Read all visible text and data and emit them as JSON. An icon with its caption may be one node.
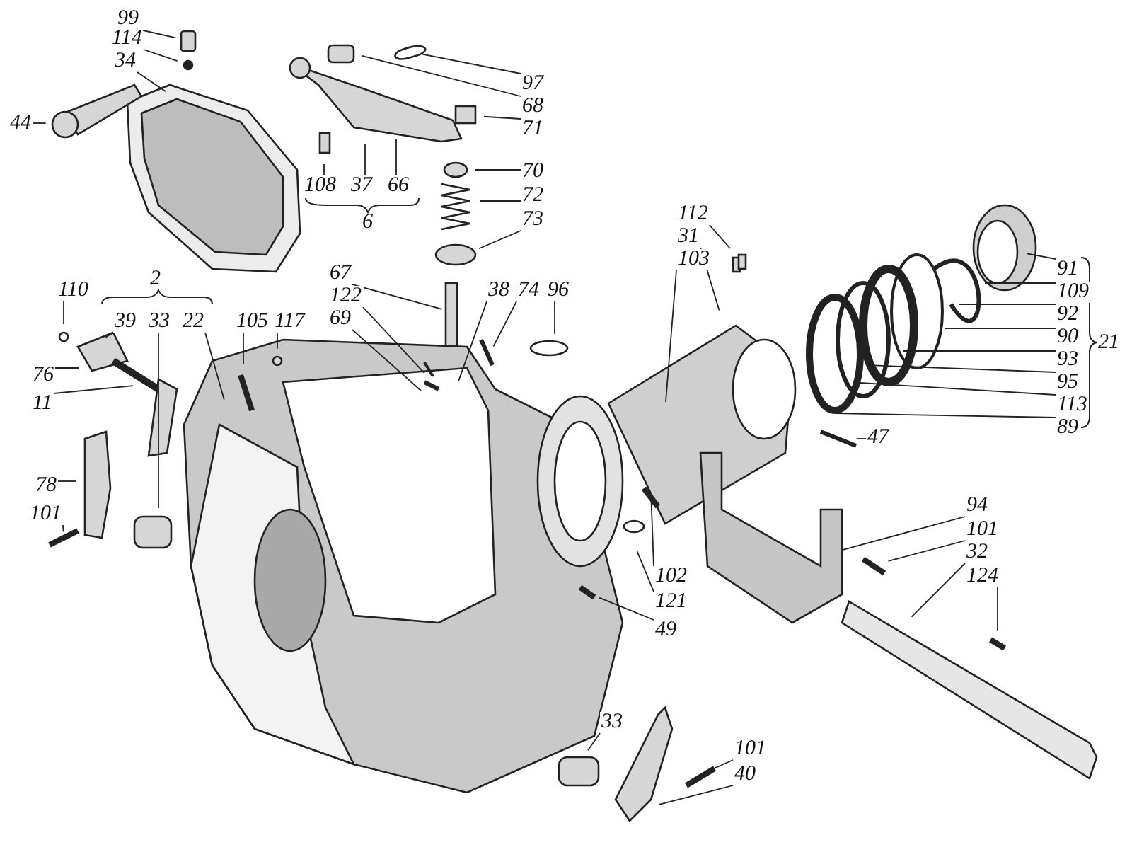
{
  "diagram": {
    "nodes": [
      {
        "text": [
          "99"
        ]
      },
      {
        "text": [
          "114"
        ]
      },
      {
        "text": [
          "34"
        ]
      },
      {
        "text": [
          "97"
        ]
      },
      {
        "text": [
          "68"
        ]
      },
      {
        "text": [
          "71"
        ]
      },
      {
        "text": [
          "44"
        ]
      },
      {
        "text": [
          "70"
        ]
      },
      {
        "text": [
          "72"
        ]
      },
      {
        "text": [
          "108"
        ]
      },
      {
        "text": [
          "37"
        ]
      },
      {
        "text": [
          "66"
        ]
      },
      {
        "text": [
          "73"
        ]
      },
      {
        "text": [
          "112"
        ]
      },
      {
        "text": [
          "31"
        ]
      },
      {
        "text": [
          "103"
        ]
      },
      {
        "text": [
          "91"
        ]
      },
      {
        "text": [
          "67"
        ]
      },
      {
        "text": [
          "38"
        ]
      },
      {
        "text": [
          "74"
        ]
      },
      {
        "text": [
          "96"
        ]
      },
      {
        "text": [
          "110"
        ]
      },
      {
        "text": [
          "39"
        ]
      },
      {
        "text": [
          "33"
        ]
      },
      {
        "text": [
          "22"
        ]
      },
      {
        "text": [
          "105"
        ]
      },
      {
        "text": [
          "117"
        ]
      },
      {
        "text": [
          "122"
        ]
      },
      {
        "text": [
          "109"
        ]
      },
      {
        "text": [
          "92"
        ]
      },
      {
        "text": [
          "69"
        ]
      },
      {
        "text": [
          "90"
        ]
      },
      {
        "text": [
          "93"
        ]
      },
      {
        "text": [
          "95"
        ]
      },
      {
        "text": [
          "76"
        ]
      },
      {
        "text": [
          "113"
        ]
      },
      {
        "text": [
          "11"
        ]
      },
      {
        "text": [
          "89"
        ]
      },
      {
        "text": [
          "47"
        ]
      },
      {
        "text": [
          "78"
        ]
      },
      {
        "text": [
          "101"
        ]
      },
      {
        "text": [
          "94"
        ]
      },
      {
        "text": [
          "101"
        ]
      },
      {
        "text": [
          "32"
        ]
      },
      {
        "text": [
          "124"
        ]
      },
      {
        "text": [
          "102"
        ]
      },
      {
        "text": [
          "121"
        ]
      },
      {
        "text": [
          "49"
        ]
      },
      {
        "text": [
          "33"
        ]
      },
      {
        "text": [
          "101"
        ]
      },
      {
        "text": [
          "40"
        ]
      }
    ],
    "edges": [
      {
        "from": 0,
        "to": null,
        "arrow": "none"
      },
      {
        "from": 1,
        "to": null,
        "arrow": "none"
      },
      {
        "from": 2,
        "to": null,
        "arrow": "none"
      },
      {
        "from": 3,
        "to": null,
        "arrow": "none"
      },
      {
        "from": 4,
        "to": null,
        "arrow": "none"
      },
      {
        "from": 5,
        "to": null,
        "arrow": "none"
      },
      {
        "from": 6,
        "to": null,
        "arrow": "none"
      },
      {
        "from": 7,
        "to": null,
        "arrow": "none"
      },
      {
        "from": 8,
        "to": null,
        "arrow": "none"
      },
      {
        "from": 9,
        "to": null,
        "arrow": "none"
      },
      {
        "from": 10,
        "to": null,
        "arrow": "none"
      },
      {
        "from": 11,
        "to": null,
        "arrow": "none"
      },
      {
        "from": 12,
        "to": null,
        "arrow": "none"
      },
      {
        "from": 13,
        "to": null,
        "arrow": "none"
      },
      {
        "from": 14,
        "to": null,
        "arrow": "none"
      },
      {
        "from": 15,
        "to": null,
        "arrow": "none"
      },
      {
        "from": 16,
        "to": null,
        "arrow": "none"
      },
      {
        "from": 17,
        "to": null,
        "arrow": "none"
      },
      {
        "from": 18,
        "to": null,
        "arrow": "none"
      },
      {
        "from": 19,
        "to": null,
        "arrow": "none"
      },
      {
        "from": 20,
        "to": null,
        "arrow": "none"
      },
      {
        "from": 21,
        "to": null,
        "arrow": "none"
      },
      {
        "from": 22,
        "to": null,
        "arrow": "none"
      },
      {
        "from": 23,
        "to": null,
        "arrow": "none"
      },
      {
        "from": 24,
        "to": null,
        "arrow": "none"
      },
      {
        "from": 25,
        "to": null,
        "arrow": "none"
      },
      {
        "from": 26,
        "to": null,
        "arrow": "none"
      },
      {
        "from": 27,
        "to": null,
        "arrow": "none"
      },
      {
        "from": 28,
        "to": null,
        "arrow": "none"
      },
      {
        "from": 29,
        "to": null,
        "arrow": "none"
      },
      {
        "from": 30,
        "to": null,
        "arrow": "none"
      },
      {
        "from": 31,
        "to": null,
        "arrow": "none"
      },
      {
        "from": 32,
        "to": null,
        "arrow": "none"
      },
      {
        "from": 33,
        "to": null,
        "arrow": "none"
      },
      {
        "from": 34,
        "to": null,
        "arrow": "none"
      },
      {
        "from": 35,
        "to": null,
        "arrow": "none"
      },
      {
        "from": 36,
        "to": null,
        "arrow": "none"
      },
      {
        "from": 37,
        "to": null,
        "arrow": "none"
      },
      {
        "from": 38,
        "to": null,
        "arrow": "none"
      },
      {
        "from": 39,
        "to": null,
        "arrow": "none"
      },
      {
        "from": 40,
        "to": null,
        "arrow": "none"
      },
      {
        "from": 41,
        "to": null,
        "arrow": "none"
      },
      {
        "from": 42,
        "to": null,
        "arrow": "none"
      },
      {
        "from": 43,
        "to": null,
        "arrow": "none"
      },
      {
        "from": 44,
        "to": null,
        "arrow": "none"
      },
      {
        "from": 45,
        "to": null,
        "arrow": "none"
      },
      {
        "from": 46,
        "to": null,
        "arrow": "none"
      },
      {
        "from": 47,
        "to": null,
        "arrow": "none"
      },
      {
        "from": 48,
        "to": null,
        "arrow": "none"
      },
      {
        "from": 49,
        "to": null,
        "arrow": "none"
      },
      {
        "from": 50,
        "to": null,
        "arrow": "none"
      }
    ],
    "labels": [
      "6",
      "2",
      "21"
    ]
  }
}
